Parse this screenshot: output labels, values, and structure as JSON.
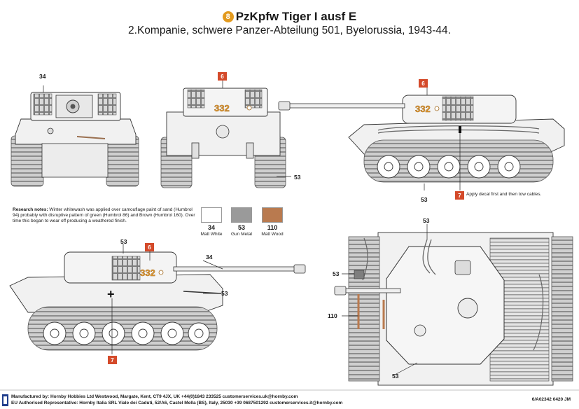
{
  "header": {
    "badge": "8",
    "title": "PzKpfw Tiger I ausf E",
    "subtitle": "2.Kompanie, schwere Panzer-Abteilung 501, Byelorussia, 1943-44."
  },
  "callouts": {
    "c34": "34",
    "c53": "53",
    "c110": "110",
    "c6": "6",
    "c7": "7"
  },
  "markings": {
    "turret_number": "332",
    "cross": "+"
  },
  "notes": {
    "heading": "Research notes:",
    "body": "Winter whitewash was applied over camouflage paint of sand (Humbrol 94) probably with disruptive pattern of green (Humbrol 86) and Brown (Humbrol 160). Over time this began to wear off producing a weathered finish."
  },
  "note7": "Apply decal first and then tow cables.",
  "swatches": [
    {
      "number": "34",
      "name": "Matt White",
      "color": "#ffffff"
    },
    {
      "number": "53",
      "name": "Gun Metal",
      "color": "#9a9a9a"
    },
    {
      "number": "110",
      "name": "Matt Wood",
      "color": "#b97a4f"
    }
  ],
  "colors": {
    "decal_red": "#d44a2a",
    "badge_orange": "#e39a1e",
    "number_orange": "#e8a23a",
    "hull_white": "#f1f1f1",
    "outline": "#333333"
  },
  "footer": {
    "line1": "Manufactured by: Hornby Hobbies Ltd Westwood, Margate, Kent, CT9 4JX, UK +44(0)1843 233525 customerservices.uk@hornby.com",
    "line2": "EU Authorised Representative: Hornby Italia SRL Viale dei Caduti, 52/A6, Castel Mella (BS), Italy, 25030 +39 0687501292 customerservices.it@hornby.com",
    "code": "6/A02342 0420 JM"
  }
}
